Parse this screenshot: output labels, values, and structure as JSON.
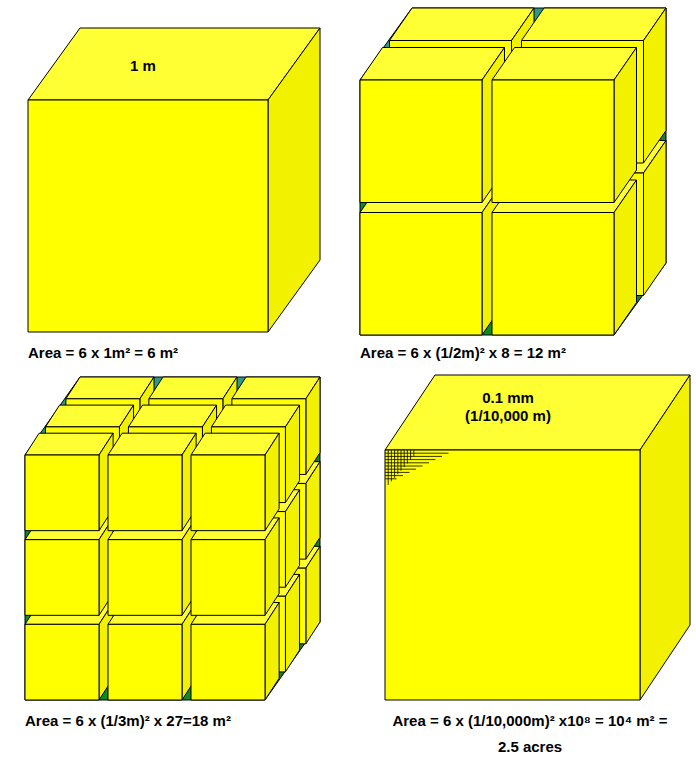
{
  "diagram": {
    "labels": [
      "1 m",
      "Area = 6 x 1m² = 6 m²",
      "Area = 6 x (1/2m)² x 8 = 12 m²",
      "Area = 6 x (1/3m)² x 27=18 m²",
      "0.1 mm",
      "(1/10,000 m)",
      "Area = 6 x (1/10,000m)² x10⁸ = 10⁴ m² = 2.5 acres"
    ]
  }
}
